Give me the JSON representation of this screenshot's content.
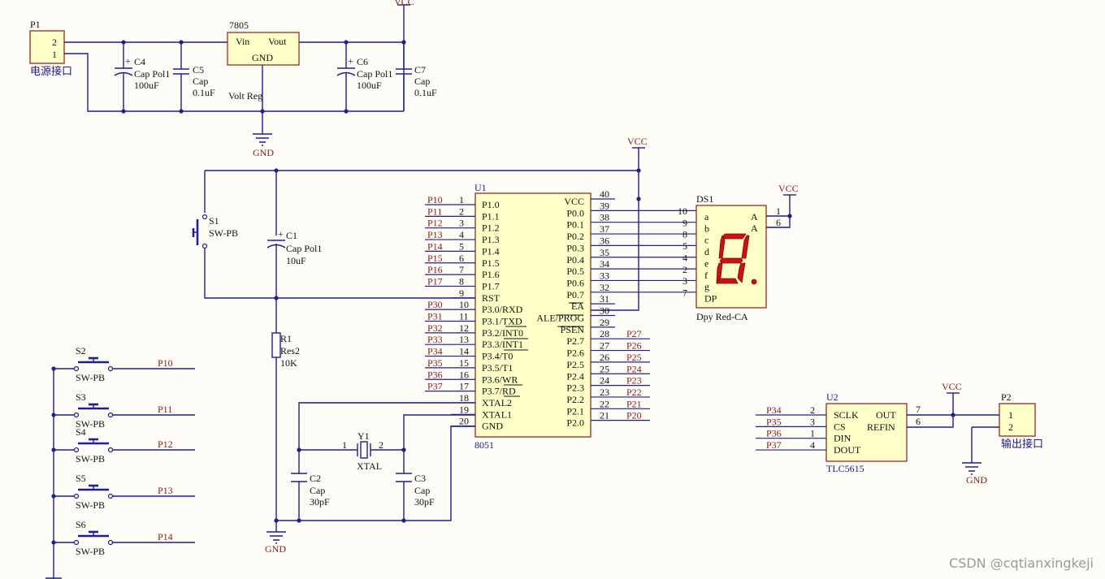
{
  "power": {
    "p1": {
      "ref": "P1",
      "pins": [
        "2",
        "1"
      ],
      "label": "电源接口"
    },
    "regulator": {
      "ref": "7805",
      "vin": "Vin",
      "vout": "Vout",
      "gnd": "GND",
      "desc": "Volt Reg"
    },
    "c4": {
      "ref": "C4",
      "desc": "Cap Pol1",
      "value": "100uF"
    },
    "c5": {
      "ref": "C5",
      "desc": "Cap",
      "value": "0.1uF"
    },
    "c6": {
      "ref": "C6",
      "desc": "Cap Pol1",
      "value": "100uF"
    },
    "c7": {
      "ref": "C7",
      "desc": "Cap",
      "value": "0.1uF"
    },
    "vcc": "VCC",
    "gnd": "GND"
  },
  "reset": {
    "s1": {
      "ref": "S1",
      "desc": "SW-PB"
    },
    "c1": {
      "ref": "C1",
      "desc": "Cap Pol1",
      "value": "10uF"
    },
    "r1": {
      "ref": "R1",
      "desc": "Res2",
      "value": "10K"
    },
    "vcc": "VCC",
    "gnd": "GND"
  },
  "mcu": {
    "ref": "U1",
    "part": "8051",
    "left_pins": [
      {
        "num": "1",
        "name": "P1.0",
        "net": "P10"
      },
      {
        "num": "2",
        "name": "P1.1",
        "net": "P11"
      },
      {
        "num": "3",
        "name": "P1.2",
        "net": "P12"
      },
      {
        "num": "4",
        "name": "P1.3",
        "net": "P13"
      },
      {
        "num": "5",
        "name": "P1.4",
        "net": "P14"
      },
      {
        "num": "6",
        "name": "P1.5",
        "net": "P15"
      },
      {
        "num": "7",
        "name": "P1.6",
        "net": "P16"
      },
      {
        "num": "8",
        "name": "P1.7",
        "net": "P17"
      },
      {
        "num": "9",
        "name": "RST",
        "net": ""
      },
      {
        "num": "10",
        "name": "P3.0/RXD",
        "net": "P30"
      },
      {
        "num": "11",
        "name": "P3.1/TXD",
        "net": "P31"
      },
      {
        "num": "12",
        "name": "P3.2/INT0",
        "net": "P32"
      },
      {
        "num": "13",
        "name": "P3.3/INT1",
        "net": "P33"
      },
      {
        "num": "14",
        "name": "P3.4/T0",
        "net": "P34"
      },
      {
        "num": "15",
        "name": "P3.5/T1",
        "net": "P35"
      },
      {
        "num": "16",
        "name": "P3.6/WR",
        "net": "P36"
      },
      {
        "num": "17",
        "name": "P3.7/RD",
        "net": "P37"
      },
      {
        "num": "18",
        "name": "XTAL2",
        "net": ""
      },
      {
        "num": "19",
        "name": "XTAL1",
        "net": ""
      },
      {
        "num": "20",
        "name": "GND",
        "net": ""
      }
    ],
    "right_pins": [
      {
        "num": "40",
        "name": "VCC",
        "net": ""
      },
      {
        "num": "39",
        "name": "P0.0",
        "net": ""
      },
      {
        "num": "38",
        "name": "P0.1",
        "net": ""
      },
      {
        "num": "37",
        "name": "P0.2",
        "net": ""
      },
      {
        "num": "36",
        "name": "P0.3",
        "net": ""
      },
      {
        "num": "35",
        "name": "P0.4",
        "net": ""
      },
      {
        "num": "34",
        "name": "P0.5",
        "net": ""
      },
      {
        "num": "33",
        "name": "P0.6",
        "net": ""
      },
      {
        "num": "32",
        "name": "P0.7",
        "net": ""
      },
      {
        "num": "31",
        "name": "EA",
        "net": ""
      },
      {
        "num": "30",
        "name": "ALE/PROG",
        "net": ""
      },
      {
        "num": "29",
        "name": "PSEN",
        "net": ""
      },
      {
        "num": "28",
        "name": "P2.7",
        "net": "P27"
      },
      {
        "num": "27",
        "name": "P2.6",
        "net": "P26"
      },
      {
        "num": "26",
        "name": "P2.5",
        "net": "P25"
      },
      {
        "num": "25",
        "name": "P2.4",
        "net": "P24"
      },
      {
        "num": "24",
        "name": "P2.3",
        "net": "P23"
      },
      {
        "num": "23",
        "name": "P2.2",
        "net": "P22"
      },
      {
        "num": "22",
        "name": "P2.1",
        "net": "P21"
      },
      {
        "num": "21",
        "name": "P2.0",
        "net": "P20"
      }
    ],
    "vcc": "VCC"
  },
  "crystal": {
    "y1": {
      "ref": "Y1",
      "desc": "XTAL",
      "pin1": "1",
      "pin2": "2"
    },
    "c2": {
      "ref": "C2",
      "desc": "Cap",
      "value": "30pF"
    },
    "c3": {
      "ref": "C3",
      "desc": "Cap",
      "value": "30pF"
    },
    "gnd": "GND"
  },
  "display": {
    "ref": "DS1",
    "part": "Dpy Red-CA",
    "segments": [
      {
        "name": "a",
        "pin": "10"
      },
      {
        "name": "b",
        "pin": "9"
      },
      {
        "name": "c",
        "pin": "8"
      },
      {
        "name": "d",
        "pin": "5"
      },
      {
        "name": "e",
        "pin": "4"
      },
      {
        "name": "f",
        "pin": "2"
      },
      {
        "name": "g",
        "pin": "3"
      },
      {
        "name": "DP",
        "pin": "7"
      }
    ],
    "common": [
      {
        "name": "A",
        "pin": "1"
      },
      {
        "name": "A",
        "pin": "6"
      }
    ],
    "vcc": "VCC",
    "segment_color": "#cc1111"
  },
  "buttons": [
    {
      "ref": "S2",
      "desc": "SW-PB",
      "net": "P10"
    },
    {
      "ref": "S3",
      "desc": "SW-PB",
      "net": "P11"
    },
    {
      "ref": "S4",
      "desc": "SW-PB",
      "net": "P12"
    },
    {
      "ref": "S5",
      "desc": "SW-PB",
      "net": "P13"
    },
    {
      "ref": "S6",
      "desc": "SW-PB",
      "net": "P14"
    }
  ],
  "dac": {
    "ref": "U2",
    "part": "TLC5615",
    "left_pins": [
      {
        "num": "2",
        "name": "SCLK",
        "net": "P34"
      },
      {
        "num": "3",
        "name": "CS",
        "net": "P35"
      },
      {
        "num": "1",
        "name": "DIN",
        "net": "P36"
      },
      {
        "num": "4",
        "name": "DOUT",
        "net": "P37"
      }
    ],
    "right_pins": [
      {
        "num": "7",
        "name": "OUT"
      },
      {
        "num": "6",
        "name": "REFIN"
      }
    ],
    "vcc": "VCC"
  },
  "output": {
    "ref": "P2",
    "pins": [
      "1",
      "2"
    ],
    "label": "输出接口",
    "gnd": "GND"
  },
  "watermark": "CSDN @cqtianxingkeji",
  "colors": {
    "wire": "#1f1f8f",
    "part_fill": "#ffffc8",
    "part_border": "#8b1a1a",
    "net_label": "#8b1a1a",
    "background": "#fefcf6"
  }
}
